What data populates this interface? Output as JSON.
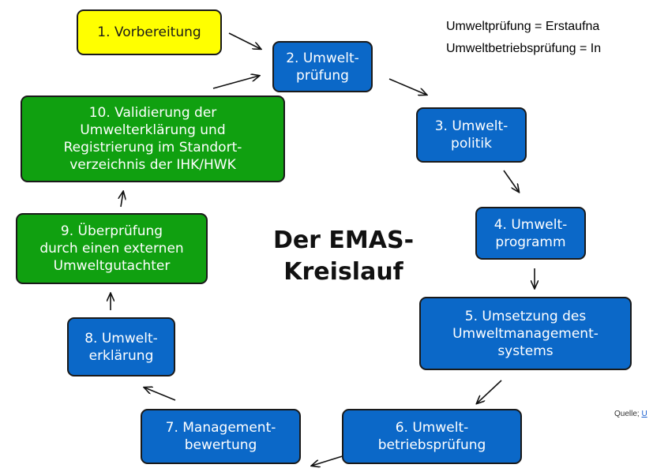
{
  "title": "Der EMAS-\nKreislauf",
  "definitions": [
    "Umweltprüfung = Erstaufna",
    "Umweltbetriebsprüfung = In"
  ],
  "source": {
    "label": "Quelle;",
    "link": "U"
  },
  "steps": [
    {
      "id": "s1",
      "text": "1. Vorbereitung",
      "color": "#ffff00"
    },
    {
      "id": "s2",
      "text": "2. Umwelt-\nprüfung",
      "color": "#0b68c8"
    },
    {
      "id": "s3",
      "text": "3. Umwelt-\npolitik",
      "color": "#0b68c8"
    },
    {
      "id": "s4",
      "text": "4. Umwelt-\nprogramm",
      "color": "#0b68c8"
    },
    {
      "id": "s5",
      "text": "5. Umsetzung des\nUmweltmanagement-\nsystems",
      "color": "#0b68c8"
    },
    {
      "id": "s6",
      "text": "6. Umwelt-\nbetriebsprüfung",
      "color": "#0b68c8"
    },
    {
      "id": "s7",
      "text": "7. Management-\nbewertung",
      "color": "#0b68c8"
    },
    {
      "id": "s8",
      "text": "8. Umwelt-\nerklärung",
      "color": "#0b68c8"
    },
    {
      "id": "s9",
      "text": "9. Überprüfung\ndurch einen externen\nUmweltgutachter",
      "color": "#10a010"
    },
    {
      "id": "s10",
      "text": "10. Validierung der\nUmwelterklärung und\nRegistrierung im Standort-\nverzeichnis der IHK/HWK",
      "color": "#10a010"
    }
  ],
  "edges": [
    [
      "s1",
      "s2"
    ],
    [
      "s2",
      "s3"
    ],
    [
      "s3",
      "s4"
    ],
    [
      "s4",
      "s5"
    ],
    [
      "s5",
      "s6"
    ],
    [
      "s6",
      "s7"
    ],
    [
      "s7",
      "s8"
    ],
    [
      "s8",
      "s9"
    ],
    [
      "s9",
      "s10"
    ],
    [
      "s10",
      "s2"
    ]
  ]
}
